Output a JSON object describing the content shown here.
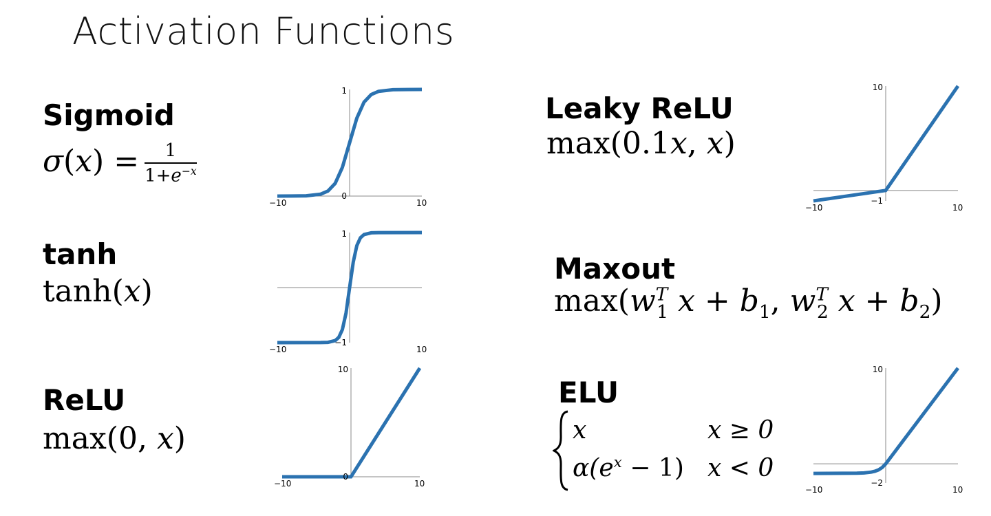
{
  "title": "Activation Functions",
  "colors": {
    "curve": "#2b72b0"
  },
  "functions": {
    "sigmoid": {
      "name": "Sigmoid",
      "lhs": "σ",
      "num": "1",
      "den": "1+",
      "e": "e",
      "exp": "−x"
    },
    "tanh": {
      "name": "tanh",
      "fn": "tanh",
      "arg": "x"
    },
    "relu": {
      "name": "ReLU",
      "fn": "max",
      "c": "0",
      "arg": "x"
    },
    "leaky": {
      "name": "Leaky ReLU",
      "fn": "max",
      "c": "0.1",
      "arg": "x"
    },
    "maxout": {
      "name": "Maxout",
      "fn": "max",
      "w": "w",
      "T": "T",
      "x": "x",
      "b": "b",
      "one": "1",
      "two": "2"
    },
    "elu": {
      "name": "ELU",
      "case1_expr": "x",
      "case1_cond": "x ≥ 0",
      "case2_expr": "α(e",
      "case2_exp": "x",
      "case2_tail": " − 1)",
      "case2_cond": "x < 0"
    }
  },
  "chart_data": [
    {
      "type": "line",
      "name": "sigmoid",
      "x": [
        -10,
        -8,
        -6,
        -4,
        -3,
        -2,
        -1,
        0,
        1,
        2,
        3,
        4,
        6,
        8,
        10
      ],
      "y": [
        4.54e-05,
        0.000335,
        0.00247,
        0.018,
        0.047,
        0.119,
        0.269,
        0.5,
        0.731,
        0.881,
        0.953,
        0.982,
        0.9975,
        0.99966,
        0.99995
      ],
      "xlim": [
        -10,
        10
      ],
      "ylim": [
        0,
        1
      ],
      "x_ticks": [
        "−10",
        "10"
      ],
      "y_ticks": [
        "1",
        "0"
      ]
    },
    {
      "type": "line",
      "name": "tanh",
      "x": [
        -10,
        -4,
        -3,
        -2,
        -1.5,
        -1,
        -0.5,
        0,
        0.5,
        1,
        1.5,
        2,
        3,
        4,
        10
      ],
      "y": [
        -1,
        -0.9993,
        -0.995,
        -0.964,
        -0.905,
        -0.762,
        -0.462,
        0,
        0.462,
        0.762,
        0.905,
        0.964,
        0.995,
        0.9993,
        1
      ],
      "xlim": [
        -10,
        10
      ],
      "ylim": [
        -1,
        1
      ],
      "x_ticks": [
        "−10",
        "10"
      ],
      "y_ticks": [
        "1",
        "−1"
      ]
    },
    {
      "type": "line",
      "name": "relu",
      "x": [
        -10,
        0,
        10
      ],
      "y": [
        0,
        0,
        10
      ],
      "xlim": [
        -10,
        10
      ],
      "ylim": [
        0,
        10
      ],
      "x_ticks": [
        "−10",
        "10"
      ],
      "y_ticks": [
        "10",
        "0"
      ]
    },
    {
      "type": "line",
      "name": "leaky relu",
      "x": [
        -10,
        0,
        10
      ],
      "y": [
        -1,
        0,
        10
      ],
      "xlim": [
        -10,
        10
      ],
      "ylim": [
        -1,
        10
      ],
      "x_ticks": [
        "−10",
        "10"
      ],
      "y_ticks": [
        "10",
        "−1"
      ]
    },
    {
      "type": "line",
      "name": "elu",
      "x": [
        -10,
        -4,
        -3,
        -2,
        -1.5,
        -1,
        -0.5,
        0,
        10
      ],
      "y": [
        -0.99995,
        -0.982,
        -0.95,
        -0.865,
        -0.777,
        -0.632,
        -0.393,
        0,
        10
      ],
      "xlim": [
        -10,
        10
      ],
      "ylim": [
        -2,
        10
      ],
      "x_ticks": [
        "−10",
        "10"
      ],
      "y_ticks": [
        "10",
        "−2"
      ]
    }
  ]
}
